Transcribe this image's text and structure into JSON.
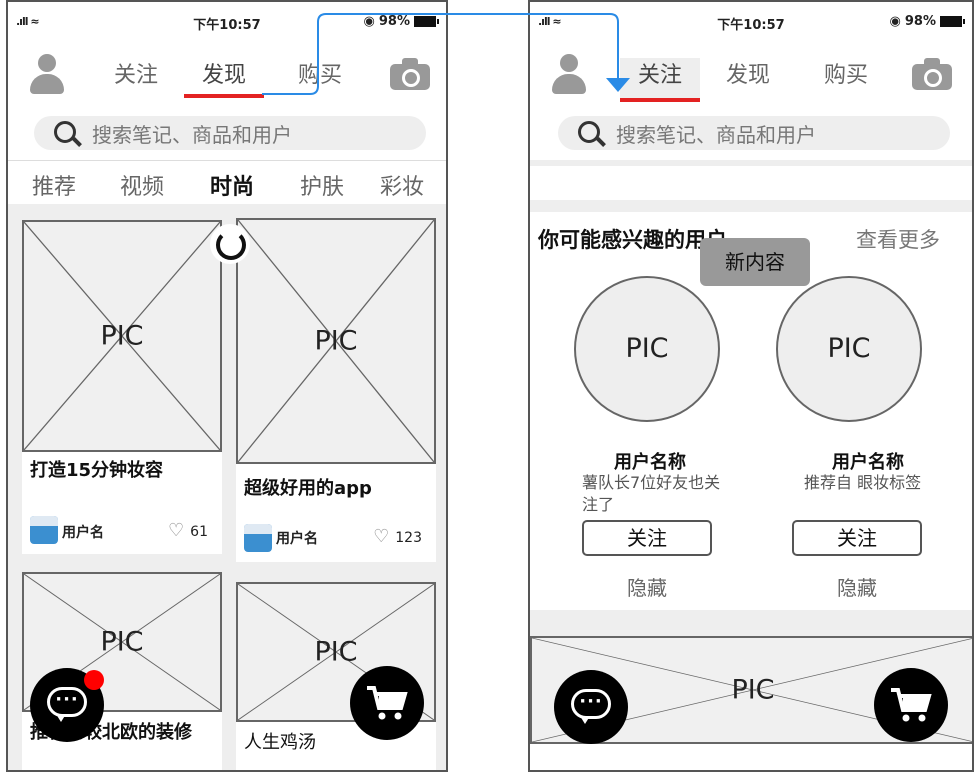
{
  "status": {
    "signal": "͙͕ll ͑",
    "time": "下午10:57",
    "battery": "98%"
  },
  "left": {
    "nav": {
      "tabs": [
        "关注",
        "发现",
        "购买"
      ],
      "active_index": 1
    },
    "search_placeholder": "搜索笔记、商品和用户",
    "categories": [
      "推荐",
      "视频",
      "时尚",
      "护肤",
      "彩妆"
    ],
    "active_category": "时尚",
    "cards": [
      {
        "pic": "PIC",
        "title": "打造15分钟妆容",
        "user": "用户名",
        "likes": "61"
      },
      {
        "pic": "PIC",
        "title": "超级好用的app",
        "user": "用户名",
        "likes": "123"
      },
      {
        "pic": "PIC",
        "title": "推荐比较北欧的装修"
      },
      {
        "pic": "PIC",
        "title": "人生鸡汤"
      }
    ]
  },
  "right": {
    "nav": {
      "tabs": [
        "关注",
        "发现",
        "购买"
      ],
      "active_index": 0
    },
    "search_placeholder": "搜索笔记、商品和用户",
    "section_title": "你可能感兴趣的用户",
    "see_more": "查看更多",
    "toast": "新内容",
    "users": [
      {
        "pic": "PIC",
        "name": "用户名称",
        "desc": "薯队长7位好友也关注了",
        "follow": "关注",
        "hide": "隐藏"
      },
      {
        "pic": "PIC",
        "name": "用户名称",
        "desc": "推荐自 眼妆标签",
        "follow": "关注",
        "hide": "隐藏"
      }
    ],
    "bottom_pic": "PIC"
  },
  "colors": {
    "accent": "#e32222",
    "annotation": "#2a8be6",
    "badge": "#ff0000"
  }
}
